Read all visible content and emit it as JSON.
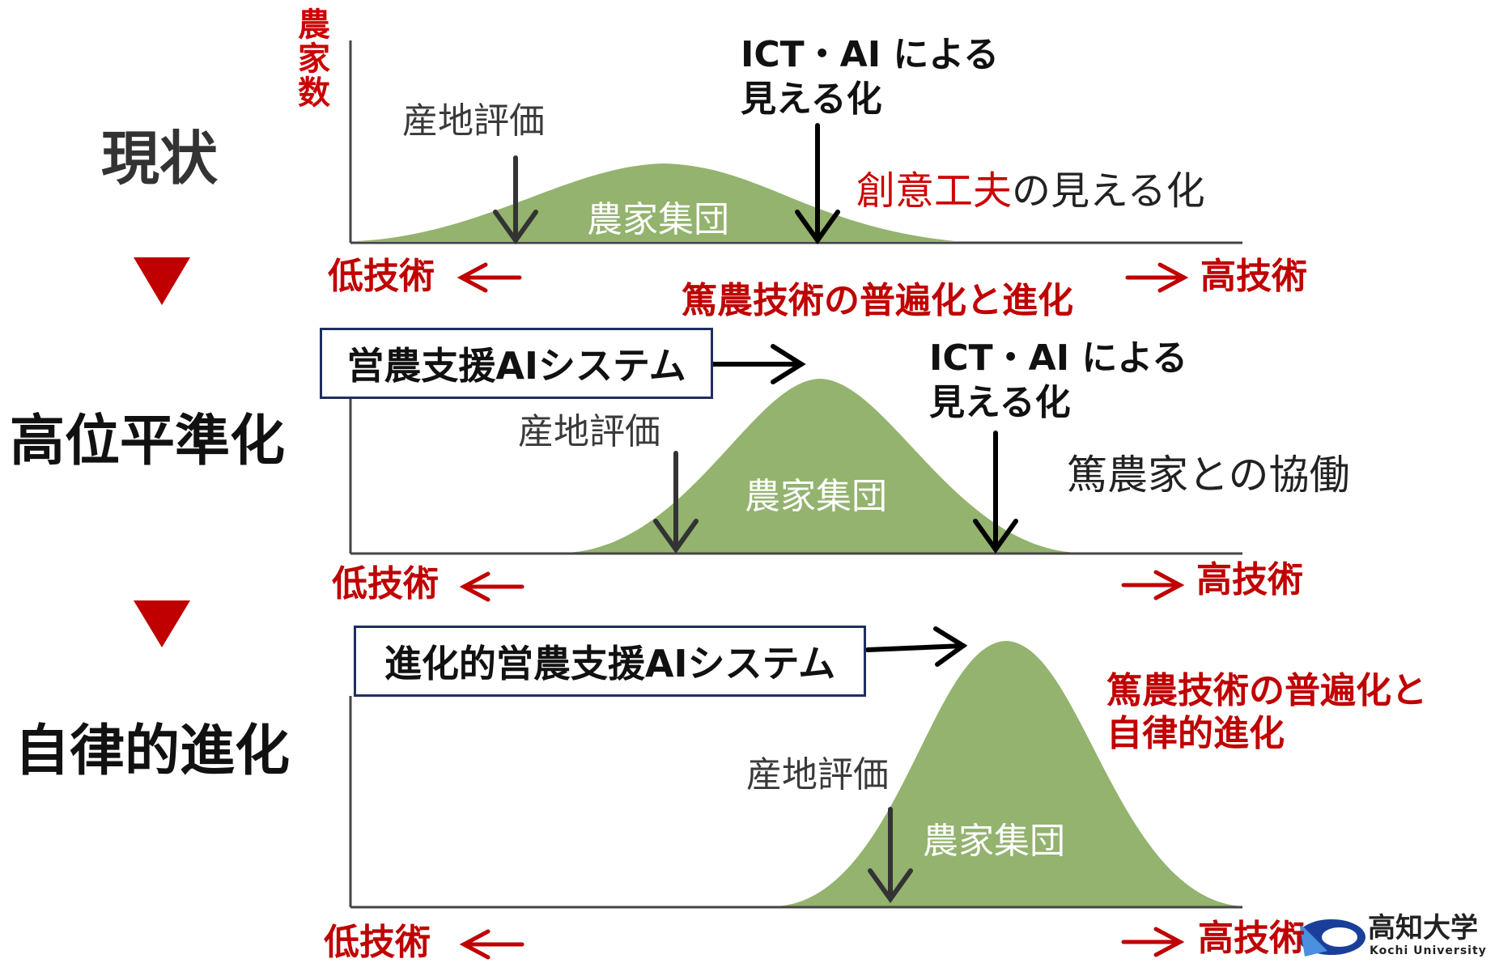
{
  "y_axis_label": "農家数",
  "stages": [
    {
      "label": "現状",
      "evaluation_label": "産地評価",
      "group_label": "農家集団",
      "ict_label_line1": "ICT・AI による",
      "ict_label_line2": "見える化",
      "note_red": "創意工夫",
      "note_black": "の見える化",
      "axis_low": "低技術",
      "axis_high": "高技術"
    },
    {
      "label": "高位平準化",
      "header": "篤農技術の普遍化と進化",
      "system_box": "営農支援AIシステム",
      "evaluation_label": "産地評価",
      "group_label": "農家集団",
      "ict_label_line1": "ICT・AI による",
      "ict_label_line2": "見える化",
      "note": "篤農家との協働",
      "axis_low": "低技術",
      "axis_high": "高技術"
    },
    {
      "label": "自律的進化",
      "system_box": "進化的営農支援AIシステム",
      "evaluation_label": "産地評価",
      "group_label": "農家集団",
      "note_red_line1": "篤農技術の普遍化と",
      "note_red_line2": "自律的進化",
      "axis_low": "低技術",
      "axis_high": "高技術"
    }
  ],
  "logo": {
    "name": "高知大学",
    "name_en": "Kochi University"
  },
  "colors": {
    "curve_fill": "#93b36e",
    "accent_red": "#c00000",
    "arrow_dark": "#333333",
    "box_border": "#1f2f5f"
  }
}
